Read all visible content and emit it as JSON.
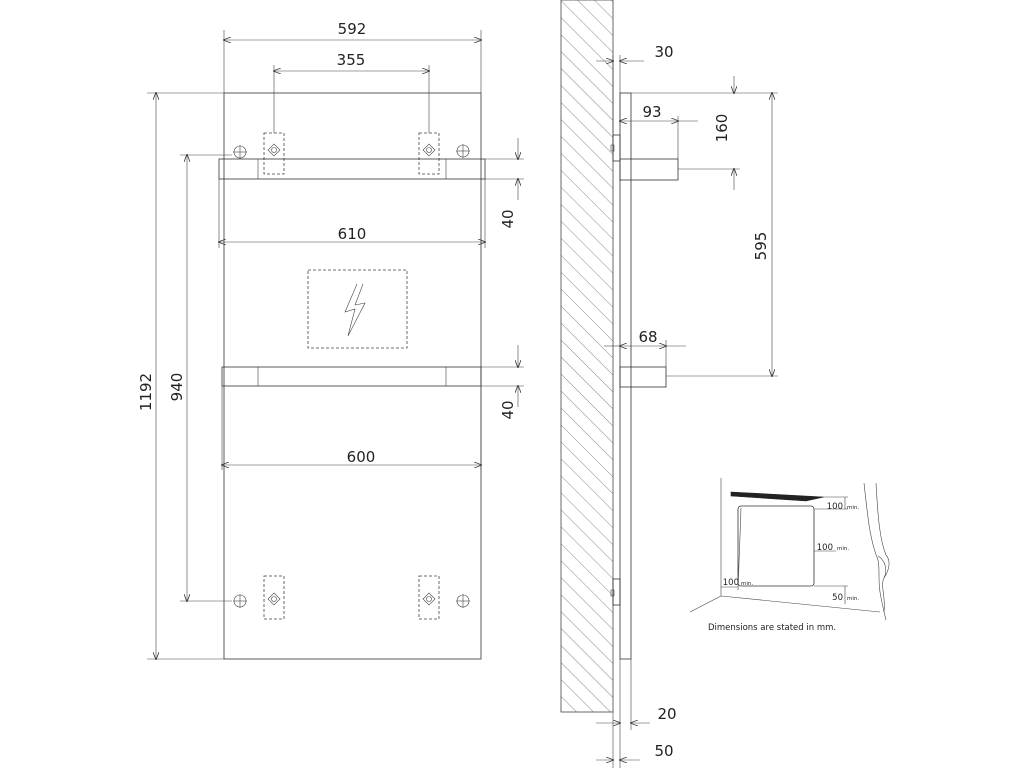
{
  "front_view": {
    "dim_total_width": "592",
    "dim_mount_spacing": "355",
    "dim_total_height": "1192",
    "dim_mount_height": "940",
    "dim_top_bar_width": "610",
    "dim_bottom_bar_width": "600",
    "dim_top_bar_height": "40",
    "dim_bottom_bar_height": "40"
  },
  "side_view": {
    "dim_wall_gap": "30",
    "dim_bar_depth_top": "93",
    "dim_bar_offset_top": "160",
    "dim_bar_spacing": "595",
    "dim_bar_depth_bottom": "68",
    "dim_panel_thickness": "20",
    "dim_total_depth": "50"
  },
  "clearance_inset": {
    "clear_top": "100",
    "clear_side": "100",
    "clear_left": "100",
    "clear_bottom": "50",
    "min_label": "min.",
    "caption": "Dimensions  are stated in mm."
  }
}
